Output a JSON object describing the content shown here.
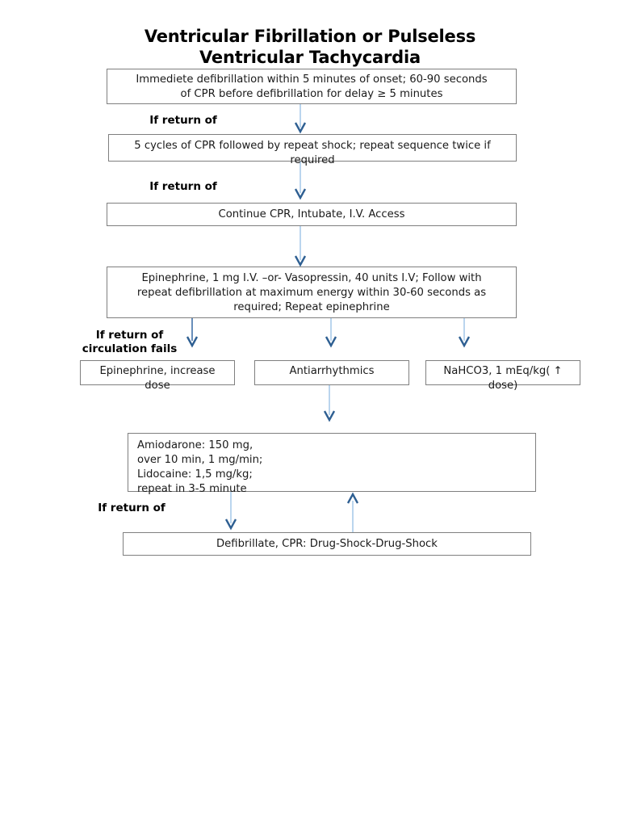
{
  "title": {
    "line1": "Ventricular Fibrillation or Pulseless",
    "line2": "Ventricular Tachycardia"
  },
  "colors": {
    "arrow_line": "#9DC3E6",
    "arrow_head": "#2E5F92",
    "box_border": "#7F7F7F",
    "text": "#1A1A1A",
    "title_text": "#000000",
    "background": "#FFFFFF"
  },
  "nodes": {
    "defibrillation": {
      "text": "Immediete defibrillation within 5 minutes of onset; 60-90 seconds\nof CPR before defibrillation for delay ≥ 5 minutes"
    },
    "cpr_cycles": {
      "text": "5 cycles of CPR followed by repeat shock; repeat sequence twice if\nrequired"
    },
    "continue_cpr": {
      "text": "Continue CPR, Intubate, I.V. Access"
    },
    "epinephrine": {
      "text": "Epinephrine, 1 mg I.V. –or- Vasopressin, 40 units I.V; Follow with\nrepeat defibrillation at maximum energy within 30-60 seconds as\nrequired; Repeat epinephrine"
    },
    "epinephrine_increase": {
      "text": "Epinephrine, increase\ndose"
    },
    "antiarrhythmics": {
      "text": "Antiarrhythmics"
    },
    "nahco3": {
      "text": "NaHCO3, 1 mEq/kg( ↑\ndose)"
    },
    "amiodarone": {
      "text": "Amiodarone: 150 mg,\nover 10 min, 1 mg/min;\nLidocaine: 1,5 mg/kg;\nrepeat in 3-5 minute"
    },
    "defibrillate_cpr": {
      "text": "Defibrillate, CPR: Drug-Shock-Drug-Shock"
    }
  },
  "labels": {
    "if_return_1": "If return of",
    "if_return_2": "If return of",
    "if_return_circulation_fails": "If return of\ncirculation fails",
    "if_return_3": "If return of"
  }
}
